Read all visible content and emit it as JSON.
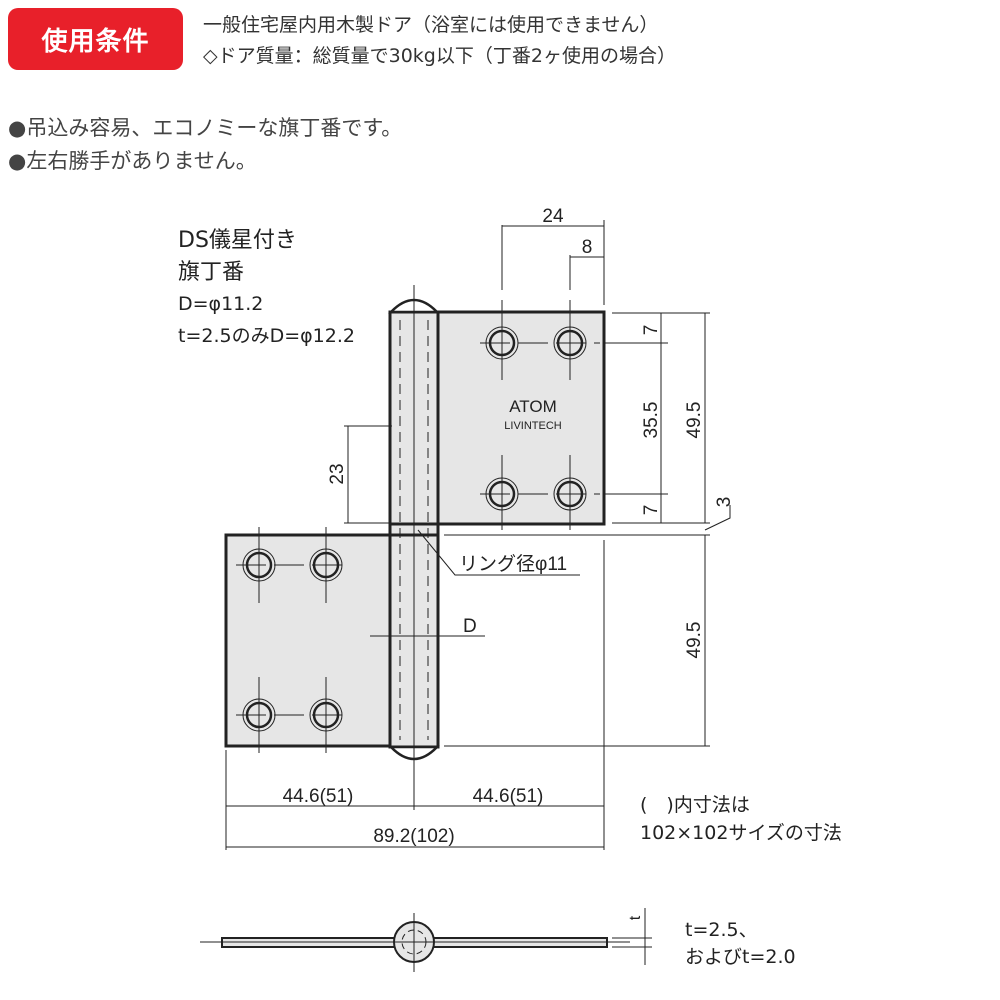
{
  "header": {
    "badge_label": "使用条件",
    "conditions": [
      "一般住宅屋内用木製ドア（浴室には使用できません）",
      "◇ドア質量：総質量で30kg以下（丁番2ヶ使用の場合）"
    ]
  },
  "features": [
    "●吊込み容易、エコノミーな旗丁番です。",
    "●左右勝手がありません。"
  ],
  "drawing": {
    "title_line1": "DS儀星付き",
    "title_line2": "旗丁番",
    "spec_line1": "D=φ11.2",
    "spec_line2": "t=2.5のみD=φ12.2",
    "brand_logo": "ATOM",
    "brand_sub": "LIVINTECH",
    "dims": {
      "top_width": "24",
      "top_offset": "8",
      "edge_top": "7",
      "hole_pitch": "35.5",
      "leaf_height_upper": "49.5",
      "edge_bottom": "7",
      "gap": "3",
      "leaf_height_lower": "49.5",
      "pin_offset": "23",
      "ring_label": "リング径φ11",
      "diameter_label": "D",
      "left_width": "44.6(51)",
      "right_width": "44.6(51)",
      "total_width": "89.2(102)",
      "thickness_label": "t"
    },
    "note_line1": "(　)内寸法は",
    "note_line2": "102×102サイズの寸法",
    "thickness_note_line1": "t=2.5、",
    "thickness_note_line2": "およびt=2.0"
  },
  "colors": {
    "badge": "#e8202a",
    "leaf_fill": "#e6e6e6",
    "line": "#222222"
  }
}
